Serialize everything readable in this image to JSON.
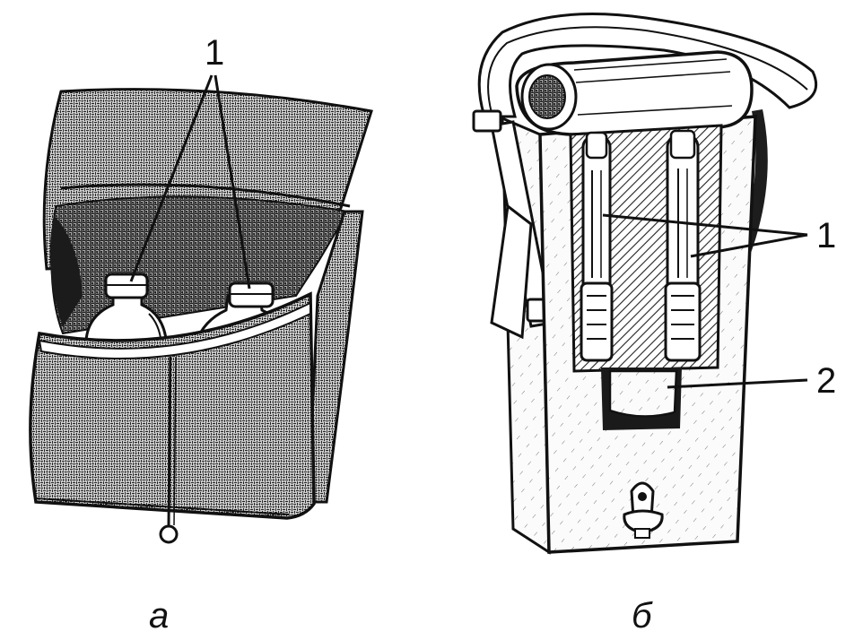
{
  "figure_a": {
    "caption": "а",
    "callout_1": "1"
  },
  "figure_b": {
    "caption": "б",
    "callout_1": "1",
    "callout_2": "2"
  },
  "colors": {
    "ink": "#111111",
    "paper": "#ffffff",
    "canvas_dark": "#2b2b2b",
    "canvas_light": "#f2f2f2"
  }
}
